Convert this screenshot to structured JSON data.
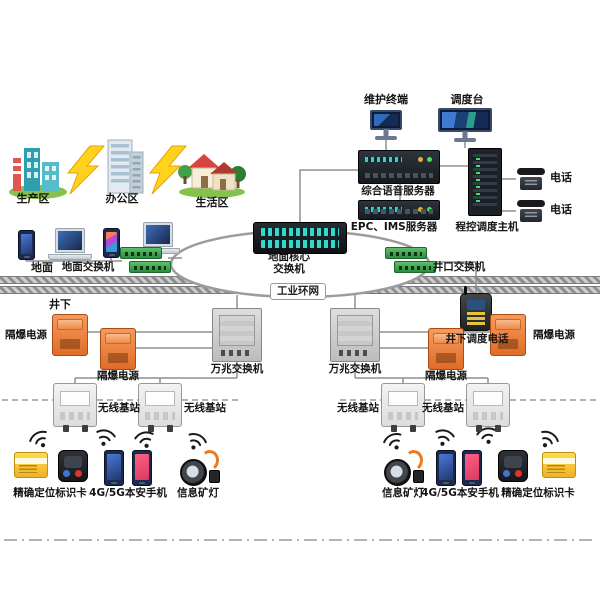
{
  "zones": {
    "production": "生产区",
    "office": "办公区",
    "living": "生活区"
  },
  "surface": {
    "ground": "地面",
    "ground_switch": "地面交换机",
    "core_switch_line1": "地面核心",
    "core_switch_line2": "交换机",
    "ring_network": "工业环网",
    "wellhead_switch": "井口交换机",
    "maintenance_terminal": "维护终端",
    "dispatch_console": "调度台",
    "voice_server": "综合语音服务器",
    "epc_ims_server": "EPC、IMS服务器",
    "dispatch_host": "程控调度主机",
    "telephone": "电话"
  },
  "underground": {
    "zone": "井下",
    "dispatch_phone": "井下调度电话",
    "flameproof_power": "隔爆电源",
    "ten_gig_switch": "万兆交换机",
    "wireless_base_station": "无线基站",
    "positioning_card": "精确定位标识卡",
    "safe_mobile": "4G/5G本安手机",
    "info_miner_lamp": "信息矿灯"
  },
  "colors": {
    "flameproof_orange": "#e8742f",
    "switch_green": "#2e8b3e",
    "lightning_yellow": "#ffd21e",
    "line_gray": "#8f8f8f"
  }
}
